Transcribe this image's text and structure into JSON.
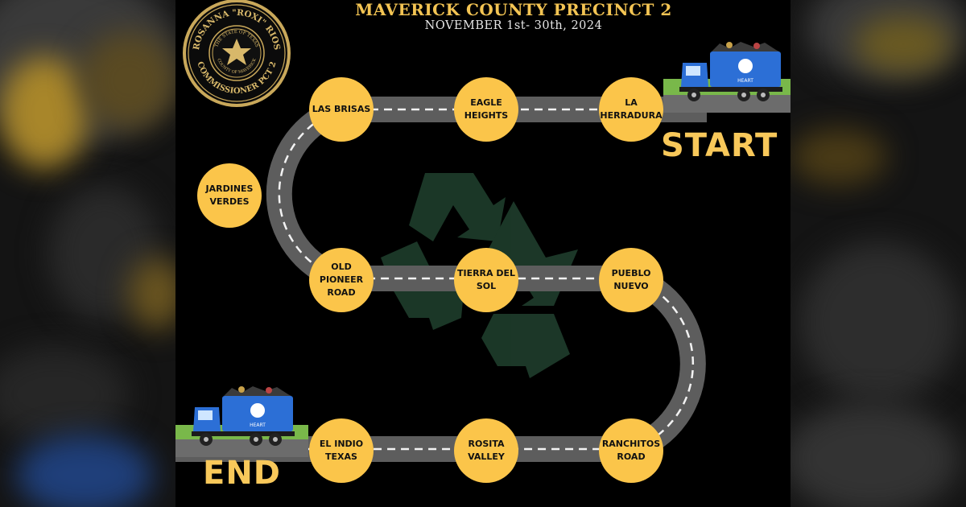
{
  "title": "MAVERICK COUNTY PRECINCT 2",
  "subtitle": "NOVEMBER 1st- 30th, 2024",
  "seal": {
    "top_text": "ROSANNA \"ROXI\" RIOS",
    "middle_text": "THE STATE OF TEXAS",
    "inner_text": "COUNTY OF MAVERICK",
    "bottom_text": "COMMISSIONER PCT 2"
  },
  "truck_label": "HEART",
  "start_label": "START",
  "end_label": "END",
  "stops": [
    {
      "line1": "LA",
      "line2": "HERRADURA"
    },
    {
      "line1": "EAGLE",
      "line2": "HEIGHTS"
    },
    {
      "line1": "LAS BRISAS",
      "line2": ""
    },
    {
      "line1": "JARDINES",
      "line2": "VERDES"
    },
    {
      "line1": "OLD PIONEER",
      "line2": "ROAD"
    },
    {
      "line1": "TIERRA DEL",
      "line2": "SOL"
    },
    {
      "line1": "PUEBLO",
      "line2": "NUEVO"
    },
    {
      "line1": "RANCHITOS",
      "line2": "ROAD"
    },
    {
      "line1": "ROSITA",
      "line2": "VALLEY"
    },
    {
      "line1": "EL INDIO",
      "line2": "TEXAS"
    }
  ],
  "colors": {
    "background": "#000000",
    "road": "#5d5d5d",
    "stop_fill": "#fbc54a",
    "title": "#f3c453",
    "start_end": "#f8c85a",
    "truck": "#2c6fd6",
    "recycle": "#1d3a2a"
  }
}
